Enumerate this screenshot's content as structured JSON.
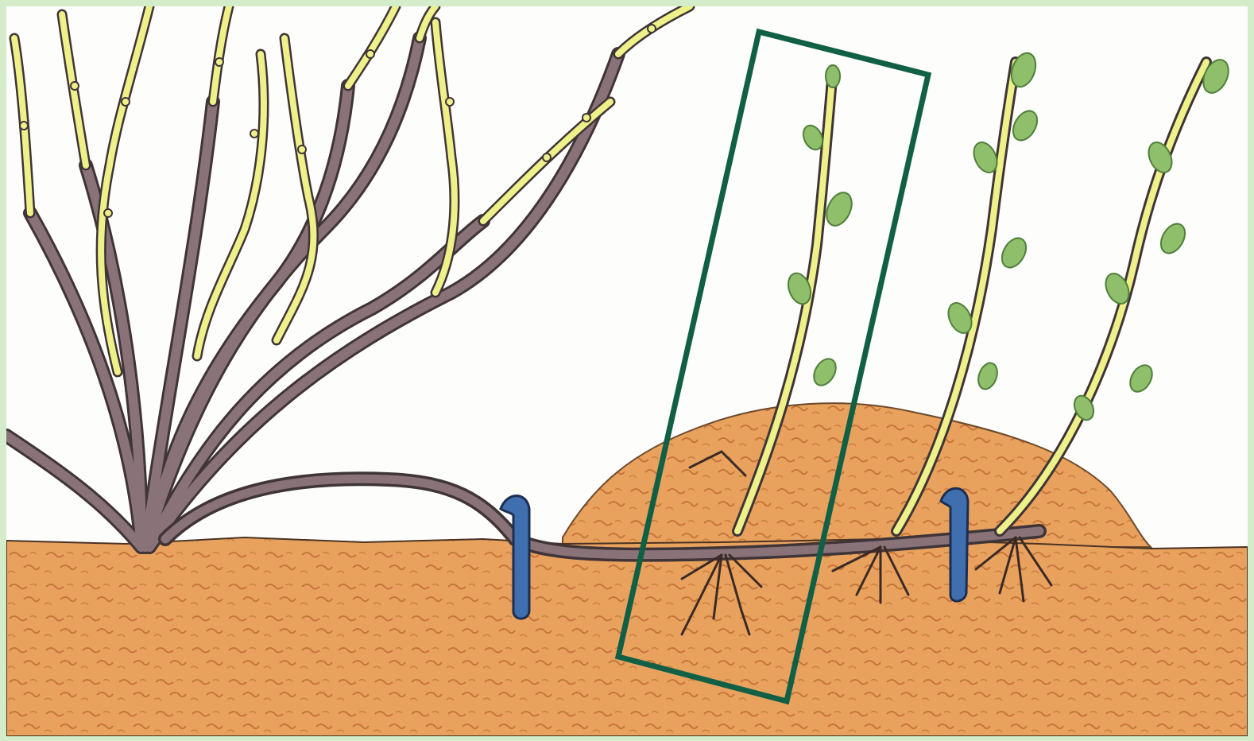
{
  "illustration": {
    "subject": "layering-propagation",
    "colors": {
      "frame": "#d4ecca",
      "paper": "#fdfdfb",
      "soil": "#e8a15c",
      "soil_dark": "#c7743a",
      "mound": "#e59a55",
      "bark": "#8a7378",
      "bark_dark": "#3f3437",
      "young_shoot": "#eef08a",
      "leaf": "#8fbf6a",
      "leaf_dark": "#4f7f3a",
      "pin": "#3f6fae",
      "highlight_box": "#116045"
    },
    "elements": {
      "mother_bush": "bush-icon",
      "pegged_layer": "layered-branch-icon",
      "soil_mound": "soil-mound-icon",
      "pins": "wire-pin-icon",
      "rooted_shoots": "rooted-shoot-icon",
      "highlight": "selection-rectangle"
    },
    "rooted_shoot_count": 3,
    "pin_count": 2
  }
}
